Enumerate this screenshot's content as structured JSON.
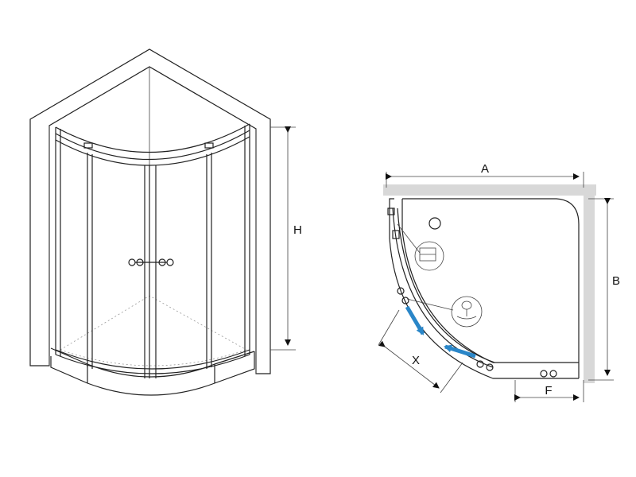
{
  "dimensions": {
    "height_label": "H",
    "width_a_label": "A",
    "width_b_label": "B",
    "door_x_label": "X",
    "offset_f_label": "F"
  },
  "colors": {
    "wall_fill": "#d8d8d8",
    "arrow_blue": "#2a86c8",
    "line": "#222222"
  }
}
